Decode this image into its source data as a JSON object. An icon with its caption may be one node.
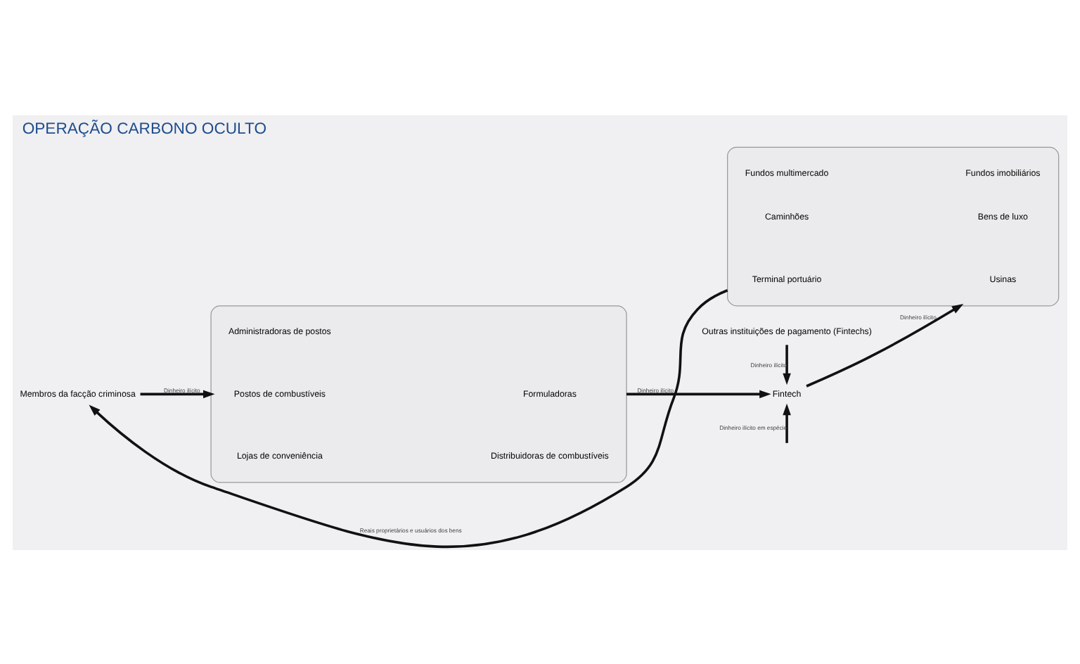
{
  "diagram": {
    "title": "OPERAÇÃO CARBONO OCULTO",
    "nodes": [
      {
        "text": [
          "Membros da facção criminosa"
        ]
      },
      {
        "text": [],
        "shape": "box"
      },
      {
        "text": [
          "Administradoras de postos"
        ],
        "in": 1
      },
      {
        "text": [
          "Formuladoras"
        ],
        "in": 1
      },
      {
        "text": [
          "Postos de combustíveis"
        ],
        "in": 1
      },
      {
        "text": [
          "Distribuidoras de combustíveis"
        ],
        "in": 1
      },
      {
        "text": [
          "Lojas de conveniência"
        ],
        "in": 1
      },
      {
        "text": [
          "Fintech"
        ]
      },
      {
        "text": [
          "Outras instituições de pagamento (Fintechs)"
        ]
      },
      {
        "text": [],
        "shape": "box"
      },
      {
        "text": [
          "Fundos multimercado"
        ],
        "in": 9
      },
      {
        "text": [
          "Fundos imobiliários"
        ],
        "in": 9
      },
      {
        "text": [
          "Terminal portuário"
        ],
        "in": 9
      },
      {
        "text": [
          "Usinas"
        ],
        "in": 9
      },
      {
        "text": [
          "Caminhões"
        ],
        "in": 9
      },
      {
        "text": [
          "Bens de luxo"
        ],
        "in": 9
      }
    ],
    "edges": [
      {
        "from": 0,
        "to": 1,
        "arrow": "to",
        "label": "Dinheiro ilícito"
      },
      {
        "from": 1,
        "to": 7,
        "arrow": "to",
        "label": "Dinheiro ilícito"
      },
      {
        "from": 7,
        "to": 9,
        "arrow": "to",
        "label": "Dinheiro ilícito"
      },
      {
        "from": null,
        "to": 7,
        "arrow": "to",
        "label": "Dinheiro ilícito em espécie"
      },
      {
        "from": 8,
        "to": 7,
        "arrow": "to",
        "label": "Dinheiro ilícito"
      },
      {
        "from": 9,
        "to": 0,
        "arrow": "to",
        "label": "Reais proprietários e usuários dos bens"
      }
    ]
  }
}
